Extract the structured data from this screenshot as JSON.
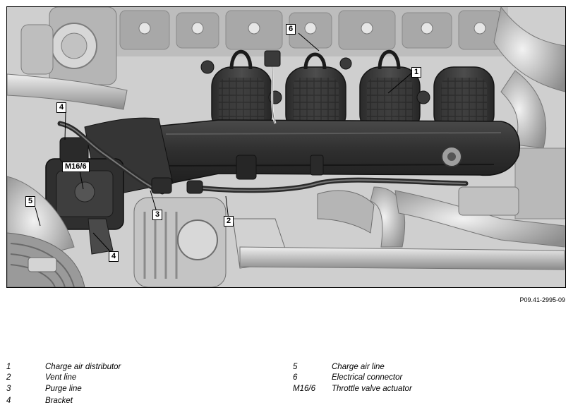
{
  "figure": {
    "reference": "P09.41-2995-09",
    "callouts": [
      "1",
      "2",
      "3",
      "4",
      "4",
      "5",
      "6",
      "M16/6"
    ]
  },
  "legend": {
    "left": [
      {
        "key": "1",
        "text": "Charge air distributor"
      },
      {
        "key": "2",
        "text": "Vent line"
      },
      {
        "key": "3",
        "text": "Purge line"
      },
      {
        "key": "4",
        "text": "Bracket"
      }
    ],
    "right": [
      {
        "key": "5",
        "text": "Charge air line"
      },
      {
        "key": "6",
        "text": "Electrical connector"
      },
      {
        "key": "M16/6",
        "text": "Throttle valve actuator"
      }
    ]
  }
}
